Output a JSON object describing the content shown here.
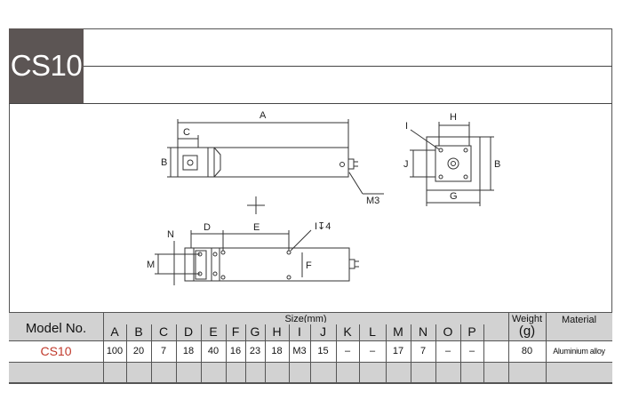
{
  "title": "CS10",
  "drawing": {
    "labels": {
      "A": "A",
      "B": "B",
      "C": "C",
      "M3": "M3",
      "H": "H",
      "I": "I",
      "J": "J",
      "B2": "B",
      "G": "G",
      "N": "N",
      "D": "D",
      "E": "E",
      "I4": "I↧4",
      "M": "M",
      "F": "F"
    }
  },
  "table": {
    "model_header": "Model No.",
    "size_header": "Size(mm)",
    "weight_header": "Weight",
    "weight_unit": "(g)",
    "material_header": "Material",
    "columns": [
      "A",
      "B",
      "C",
      "D",
      "E",
      "F",
      "G",
      "H",
      "I",
      "J",
      "K",
      "L",
      "M",
      "N",
      "O",
      "P"
    ],
    "row": {
      "model": "CS10",
      "values": [
        "100",
        "20",
        "7",
        "18",
        "40",
        "16",
        "23",
        "18",
        "M3",
        "15",
        "–",
        "–",
        "17",
        "7",
        "–",
        "–"
      ],
      "weight": "80",
      "material": "Aluminium alloy"
    },
    "model_color": "#c0392b"
  }
}
